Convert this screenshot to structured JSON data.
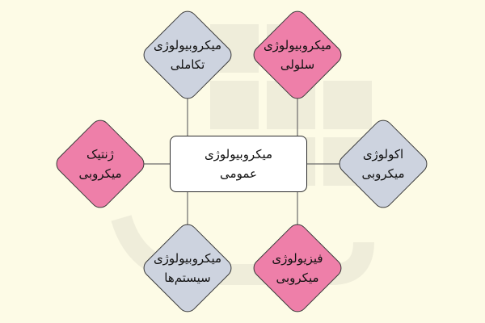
{
  "diagram": {
    "center": {
      "line1": "میکروبیولوژی",
      "line2": "عمومی"
    },
    "nodes": [
      {
        "id": "integrative",
        "line1": "میکروبیولوژی",
        "line2": "تکاملی",
        "color": "gray"
      },
      {
        "id": "cellular",
        "line1": "میکروبیولوژی",
        "line2": "سلولی",
        "color": "pink"
      },
      {
        "id": "genetics",
        "line1": "ژنتیک",
        "line2": "میکروبی",
        "color": "pink"
      },
      {
        "id": "ecology",
        "line1": "اکولوژی",
        "line2": "میکروبی",
        "color": "gray"
      },
      {
        "id": "systems",
        "line1": "میکروبیولوژی",
        "line2": "سیستم‌ها",
        "color": "gray"
      },
      {
        "id": "physiology",
        "line1": "فیزیولوژی",
        "line2": "میکروبی",
        "color": "pink"
      }
    ]
  },
  "colors": {
    "background": "#fdfbe6",
    "gray_node": "#cdd3df",
    "pink_node": "#ee7fa9",
    "border": "#3a3a3a"
  }
}
